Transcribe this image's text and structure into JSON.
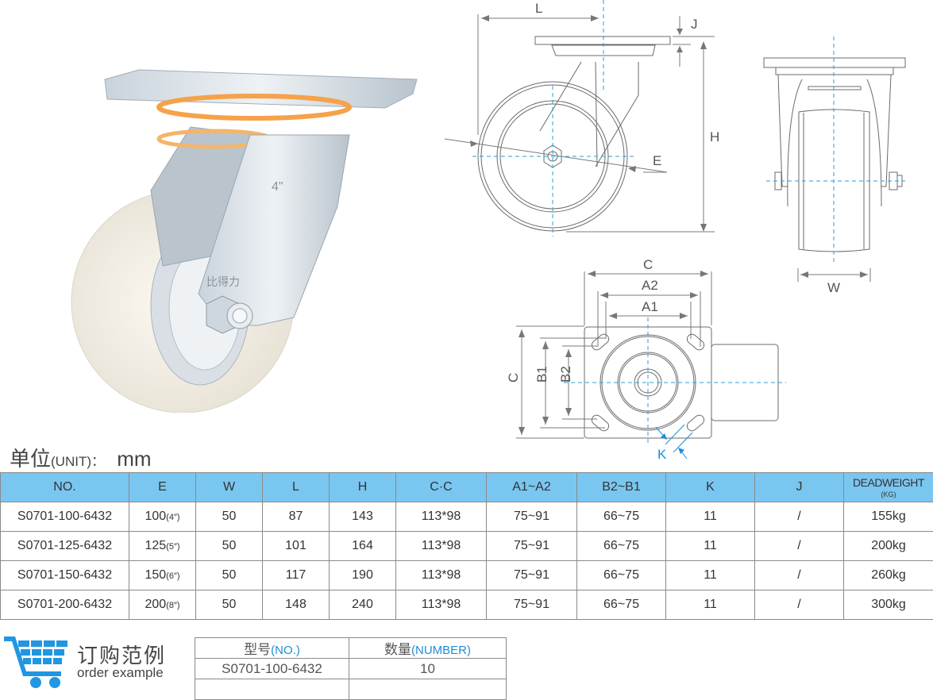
{
  "photo": {
    "alt": "swivel caster with white nylon wheel",
    "fork_marking": "4\"",
    "brand_mark": "比得力"
  },
  "drawings": {
    "side_view": {
      "labels": {
        "L": "L",
        "J": "J",
        "H": "H",
        "E": "E"
      }
    },
    "front_view": {
      "labels": {
        "W": "W"
      }
    },
    "top_plate": {
      "labels": {
        "C_top": "C",
        "A2": "A2",
        "A1": "A1",
        "C_side": "C",
        "B1": "B1",
        "B2": "B2",
        "K": "K"
      }
    }
  },
  "unit": {
    "label_cn": "单位",
    "label_en": "(UNIT)：",
    "value": "mm"
  },
  "spec_table": {
    "headers": [
      "NO.",
      "E",
      "W",
      "L",
      "H",
      "C·C",
      "A1~A2",
      "B2~B1",
      "K",
      "J",
      "DEADWEIGHT"
    ],
    "deadweight_unit": "(KG)",
    "rows": [
      {
        "no": "S0701-100-6432",
        "e": "100",
        "e_inch": "(4″)",
        "w": "50",
        "l": "87",
        "h": "143",
        "cc": "113*98",
        "a": "75~91",
        "b": "66~75",
        "k": "11",
        "j": "/",
        "load": "155kg"
      },
      {
        "no": "S0701-125-6432",
        "e": "125",
        "e_inch": "(5″)",
        "w": "50",
        "l": "101",
        "h": "164",
        "cc": "113*98",
        "a": "75~91",
        "b": "66~75",
        "k": "11",
        "j": "/",
        "load": "200kg"
      },
      {
        "no": "S0701-150-6432",
        "e": "150",
        "e_inch": "(6″)",
        "w": "50",
        "l": "117",
        "h": "190",
        "cc": "113*98",
        "a": "75~91",
        "b": "66~75",
        "k": "11",
        "j": "/",
        "load": "260kg"
      },
      {
        "no": "S0701-200-6432",
        "e": "200",
        "e_inch": "(8″)",
        "w": "50",
        "l": "148",
        "h": "240",
        "cc": "113*98",
        "a": "75~91",
        "b": "66~75",
        "k": "11",
        "j": "/",
        "load": "300kg"
      }
    ]
  },
  "order_example": {
    "icon": "shopping-cart-icon",
    "title_cn": "订购范例",
    "title_en": "order example",
    "headers": [
      {
        "cn": "型号",
        "en": "(NO.)"
      },
      {
        "cn": "数量",
        "en": "(NUMBER)"
      }
    ],
    "rows": [
      [
        "S0701-100-6432",
        "10"
      ],
      [
        "",
        ""
      ]
    ]
  },
  "colors": {
    "header_blue": "#79c6f1",
    "accent_blue": "#1a8fd6",
    "centerline_blue": "#2a9fd8",
    "cart_blue": "#2196e3",
    "ring_orange": "#f5a24a"
  }
}
